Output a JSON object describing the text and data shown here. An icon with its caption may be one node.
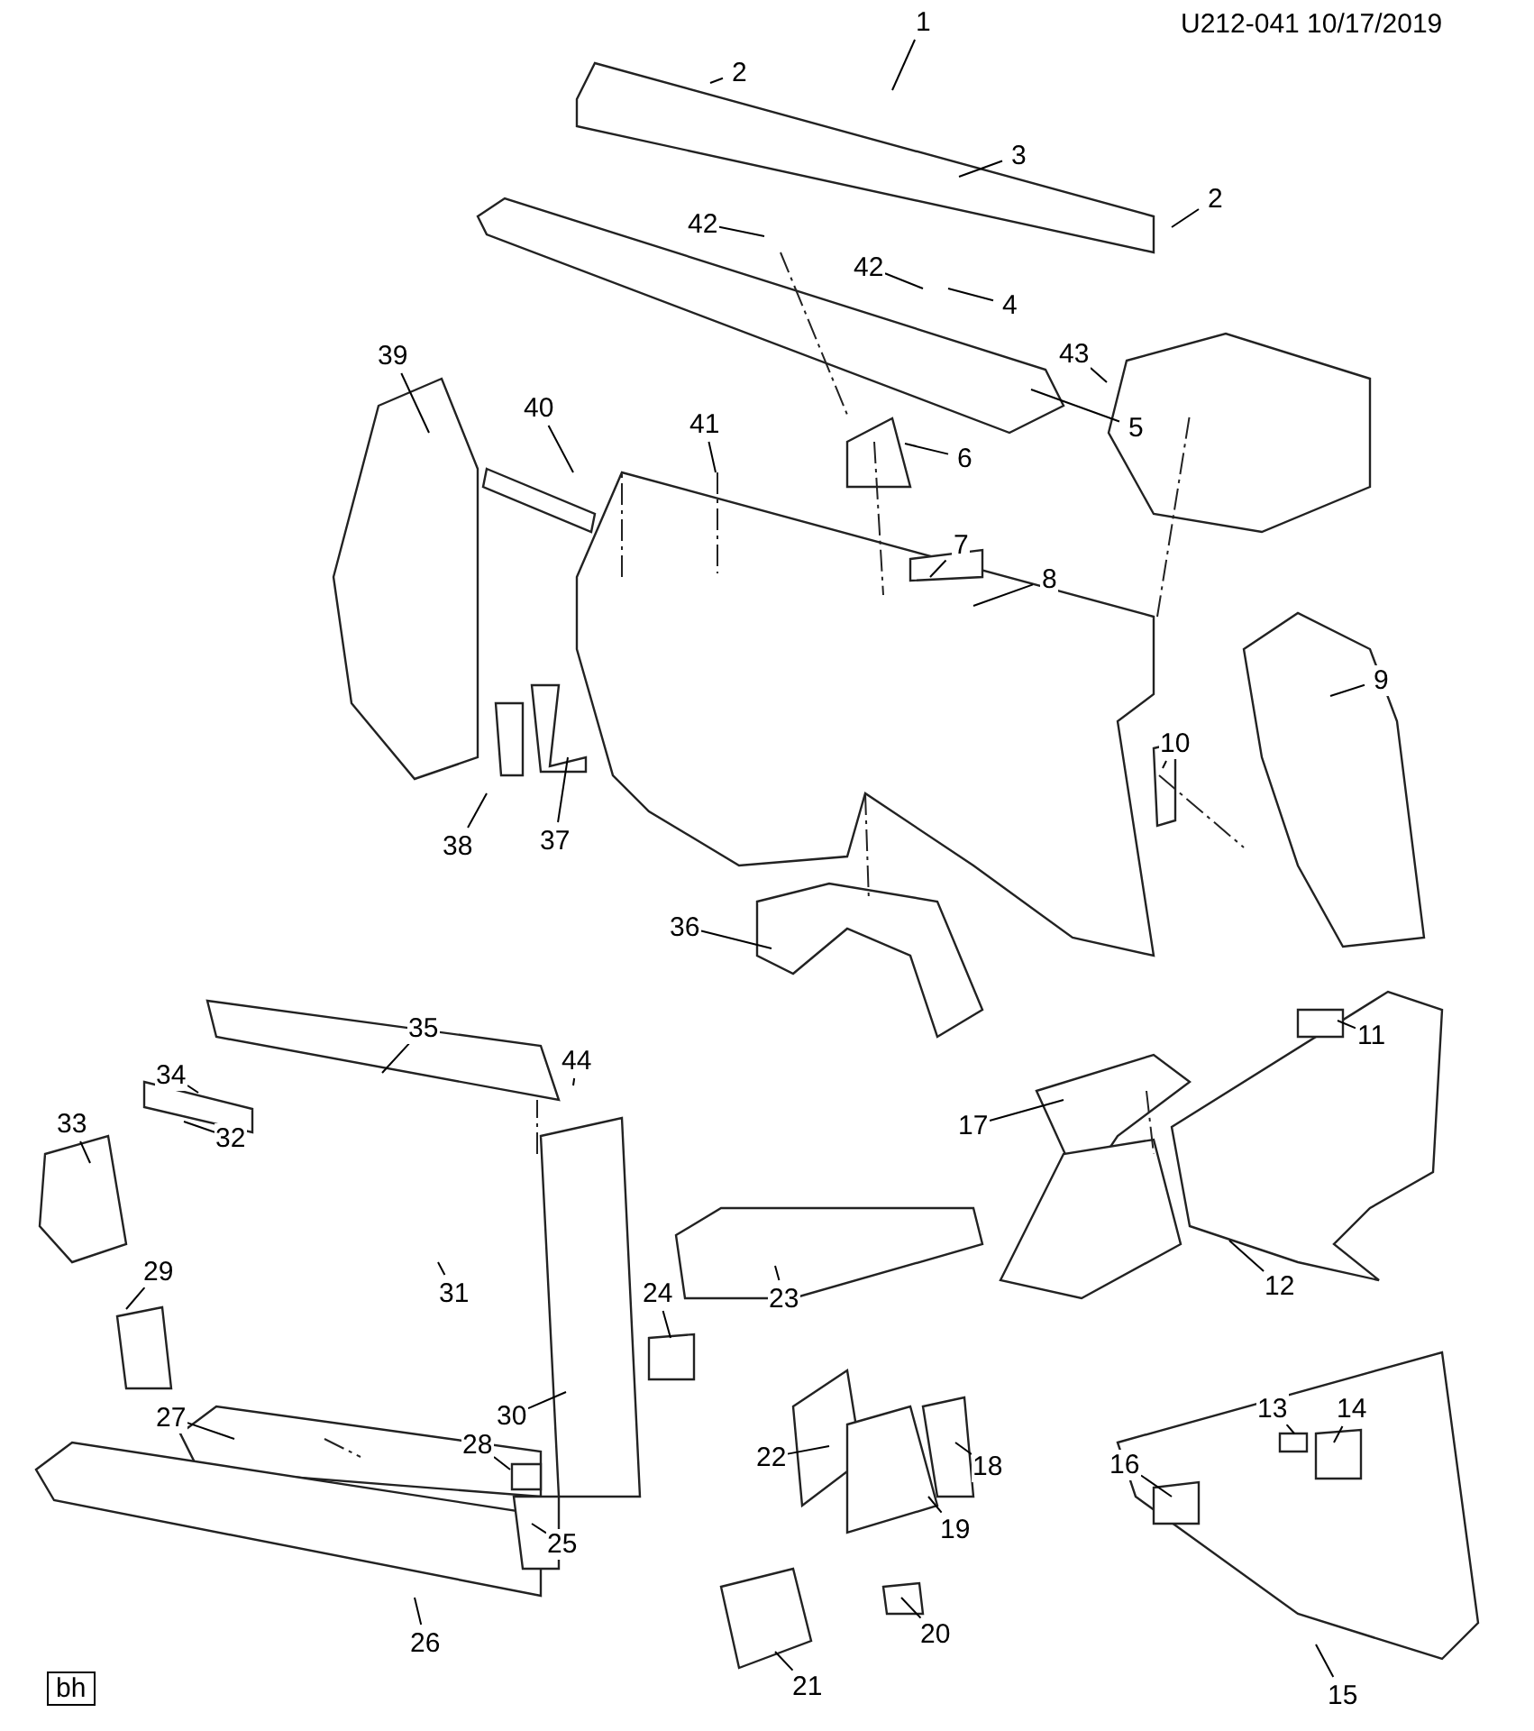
{
  "diagram": {
    "nodes": [
      {
        "text": [
          "1"
        ]
      },
      {
        "text": [
          "2"
        ]
      },
      {
        "text": [
          "3"
        ]
      },
      {
        "text": [
          "2"
        ]
      },
      {
        "text": [
          "42"
        ]
      },
      {
        "text": [
          "42"
        ]
      },
      {
        "text": [
          "4"
        ]
      },
      {
        "text": [
          "43"
        ]
      },
      {
        "text": [
          "39"
        ]
      },
      {
        "text": [
          "40"
        ]
      },
      {
        "text": [
          "41"
        ]
      },
      {
        "text": [
          "5"
        ]
      },
      {
        "text": [
          "6"
        ]
      },
      {
        "text": [
          "7"
        ]
      },
      {
        "text": [
          "8"
        ]
      },
      {
        "text": [
          "9"
        ]
      },
      {
        "text": [
          "10"
        ]
      },
      {
        "text": [
          "37"
        ]
      },
      {
        "text": [
          "38"
        ]
      },
      {
        "text": [
          "36"
        ]
      },
      {
        "text": [
          "35"
        ]
      },
      {
        "text": [
          "11"
        ]
      },
      {
        "text": [
          "44"
        ]
      },
      {
        "text": [
          "34"
        ]
      },
      {
        "text": [
          "33"
        ]
      },
      {
        "text": [
          "17"
        ]
      },
      {
        "text": [
          "32"
        ]
      },
      {
        "text": [
          "29"
        ]
      },
      {
        "text": [
          "12"
        ]
      },
      {
        "text": [
          "31"
        ]
      },
      {
        "text": [
          "24"
        ]
      },
      {
        "text": [
          "23"
        ]
      },
      {
        "text": [
          "13"
        ]
      },
      {
        "text": [
          "14"
        ]
      },
      {
        "text": [
          "30"
        ]
      },
      {
        "text": [
          "27"
        ]
      },
      {
        "text": [
          "28"
        ]
      },
      {
        "text": [
          "22"
        ]
      },
      {
        "text": [
          "16"
        ]
      },
      {
        "text": [
          "18"
        ]
      },
      {
        "text": [
          "19"
        ]
      },
      {
        "text": [
          "25"
        ]
      },
      {
        "text": [
          "20"
        ]
      },
      {
        "text": [
          "26"
        ]
      },
      {
        "text": [
          "21"
        ]
      },
      {
        "text": [
          "15"
        ]
      }
    ],
    "edges": [
      {
        "from": 0,
        "to": null,
        "arrow": "none"
      },
      {
        "from": 1,
        "to": null,
        "arrow": "none"
      },
      {
        "from": 2,
        "to": null,
        "arrow": "none"
      },
      {
        "from": 3,
        "to": null,
        "arrow": "none"
      },
      {
        "from": 4,
        "to": null,
        "arrow": "none"
      },
      {
        "from": 5,
        "to": null,
        "arrow": "none"
      },
      {
        "from": 6,
        "to": null,
        "arrow": "none"
      },
      {
        "from": 7,
        "to": null,
        "arrow": "none"
      },
      {
        "from": 8,
        "to": null,
        "arrow": "none"
      },
      {
        "from": 9,
        "to": null,
        "arrow": "none"
      },
      {
        "from": 10,
        "to": null,
        "arrow": "none"
      },
      {
        "from": 11,
        "to": null,
        "arrow": "none"
      },
      {
        "from": 12,
        "to": null,
        "arrow": "none"
      },
      {
        "from": 13,
        "to": null,
        "arrow": "none"
      },
      {
        "from": 14,
        "to": null,
        "arrow": "none"
      },
      {
        "from": 15,
        "to": null,
        "arrow": "none"
      },
      {
        "from": 16,
        "to": null,
        "arrow": "none"
      },
      {
        "from": 17,
        "to": null,
        "arrow": "none"
      },
      {
        "from": 18,
        "to": null,
        "arrow": "none"
      },
      {
        "from": 19,
        "to": null,
        "arrow": "none"
      },
      {
        "from": 20,
        "to": null,
        "arrow": "none"
      },
      {
        "from": 21,
        "to": null,
        "arrow": "none"
      },
      {
        "from": 22,
        "to": null,
        "arrow": "none"
      },
      {
        "from": 23,
        "to": null,
        "arrow": "none"
      },
      {
        "from": 24,
        "to": null,
        "arrow": "none"
      },
      {
        "from": 25,
        "to": null,
        "arrow": "none"
      },
      {
        "from": 26,
        "to": null,
        "arrow": "none"
      },
      {
        "from": 27,
        "to": null,
        "arrow": "none"
      },
      {
        "from": 28,
        "to": null,
        "arrow": "none"
      },
      {
        "from": 29,
        "to": null,
        "arrow": "none"
      },
      {
        "from": 30,
        "to": null,
        "arrow": "none"
      },
      {
        "from": 31,
        "to": null,
        "arrow": "none"
      },
      {
        "from": 32,
        "to": null,
        "arrow": "none"
      },
      {
        "from": 33,
        "to": null,
        "arrow": "none"
      },
      {
        "from": 34,
        "to": null,
        "arrow": "none"
      },
      {
        "from": 35,
        "to": null,
        "arrow": "none"
      },
      {
        "from": 36,
        "to": null,
        "arrow": "none"
      },
      {
        "from": 37,
        "to": null,
        "arrow": "none"
      },
      {
        "from": 38,
        "to": null,
        "arrow": "none"
      },
      {
        "from": 39,
        "to": null,
        "arrow": "none"
      },
      {
        "from": 40,
        "to": null,
        "arrow": "none"
      },
      {
        "from": 41,
        "to": null,
        "arrow": "none"
      },
      {
        "from": 42,
        "to": null,
        "arrow": "none"
      },
      {
        "from": 43,
        "to": null,
        "arrow": "none"
      },
      {
        "from": 44,
        "to": null,
        "arrow": "none"
      },
      {
        "from": 45,
        "to": null,
        "arrow": "none"
      }
    ],
    "labels": [
      "U212-041 10/17/2019",
      "bh"
    ]
  }
}
